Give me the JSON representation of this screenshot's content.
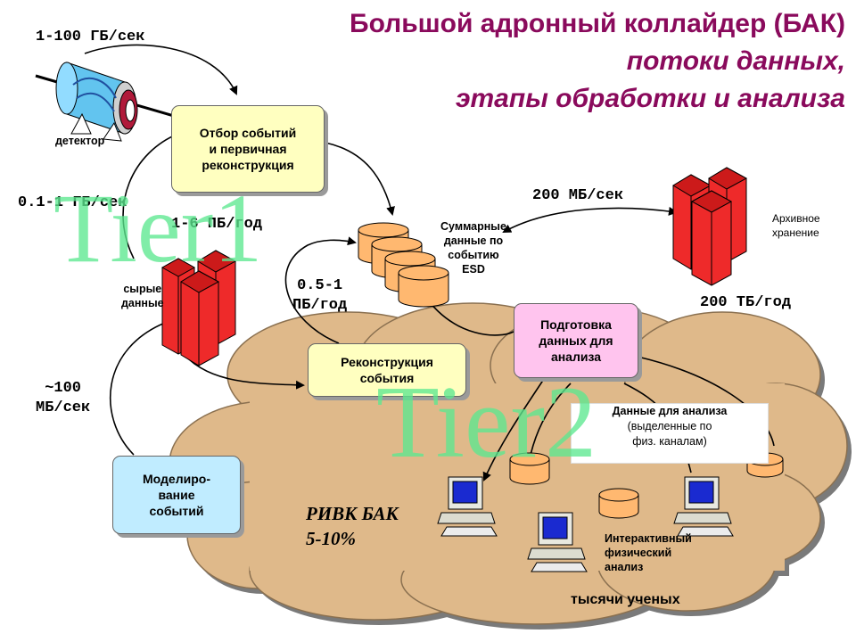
{
  "title": {
    "line1": "Большой адронный коллайдер (БАК)",
    "line2": "потоки данных,",
    "line3": "этапы обработки и анализа"
  },
  "rates": {
    "detector_rate": "1-100 ГБ/сек",
    "selection_rate": "0.1-1 ГБ/сек",
    "raw_volume": "1-6 ПБ/год",
    "esd_volume": "0.5-1\nПБ/год",
    "archive_rate": "200 МБ/сек",
    "archive_volume": "200 ТБ/год",
    "simulation_rate": "~100\nМБ/сек"
  },
  "labels": {
    "detector": "детектор",
    "raw_data": "сырые\nданные",
    "esd": "Суммарные\nданные по\nсобытию\nESD",
    "archive": "Архивное\nхранение",
    "analysis_title": "Данные для анализа",
    "analysis_sub": "(выделенные по\nфиз. каналам)",
    "interactive": "Интерактивный\nфизический\nанализ",
    "scientists": "тысячи ученых",
    "rivk": "РИВК БАК\n5-10%"
  },
  "boxes": {
    "selection": "Отбор событий\nи первичная\nреконструкция",
    "reconstruction": "Реконструкция\nсобытия",
    "preparation": "Подготовка\nданных для\nанализа",
    "simulation": "Моделиро-\nвание\nсобытий"
  },
  "watermarks": {
    "tier1": "Tier1",
    "tier2": "Tier2"
  },
  "colors": {
    "title": "#8a0a5c",
    "cloud": "#dfb98a",
    "box_yellow": "#ffffc0",
    "box_pink": "#ffc4ee",
    "box_blue": "#c0ecff",
    "storage_red": "#ee2a2a",
    "disk_orange": "#ffb870",
    "watermark": "#5de890"
  }
}
